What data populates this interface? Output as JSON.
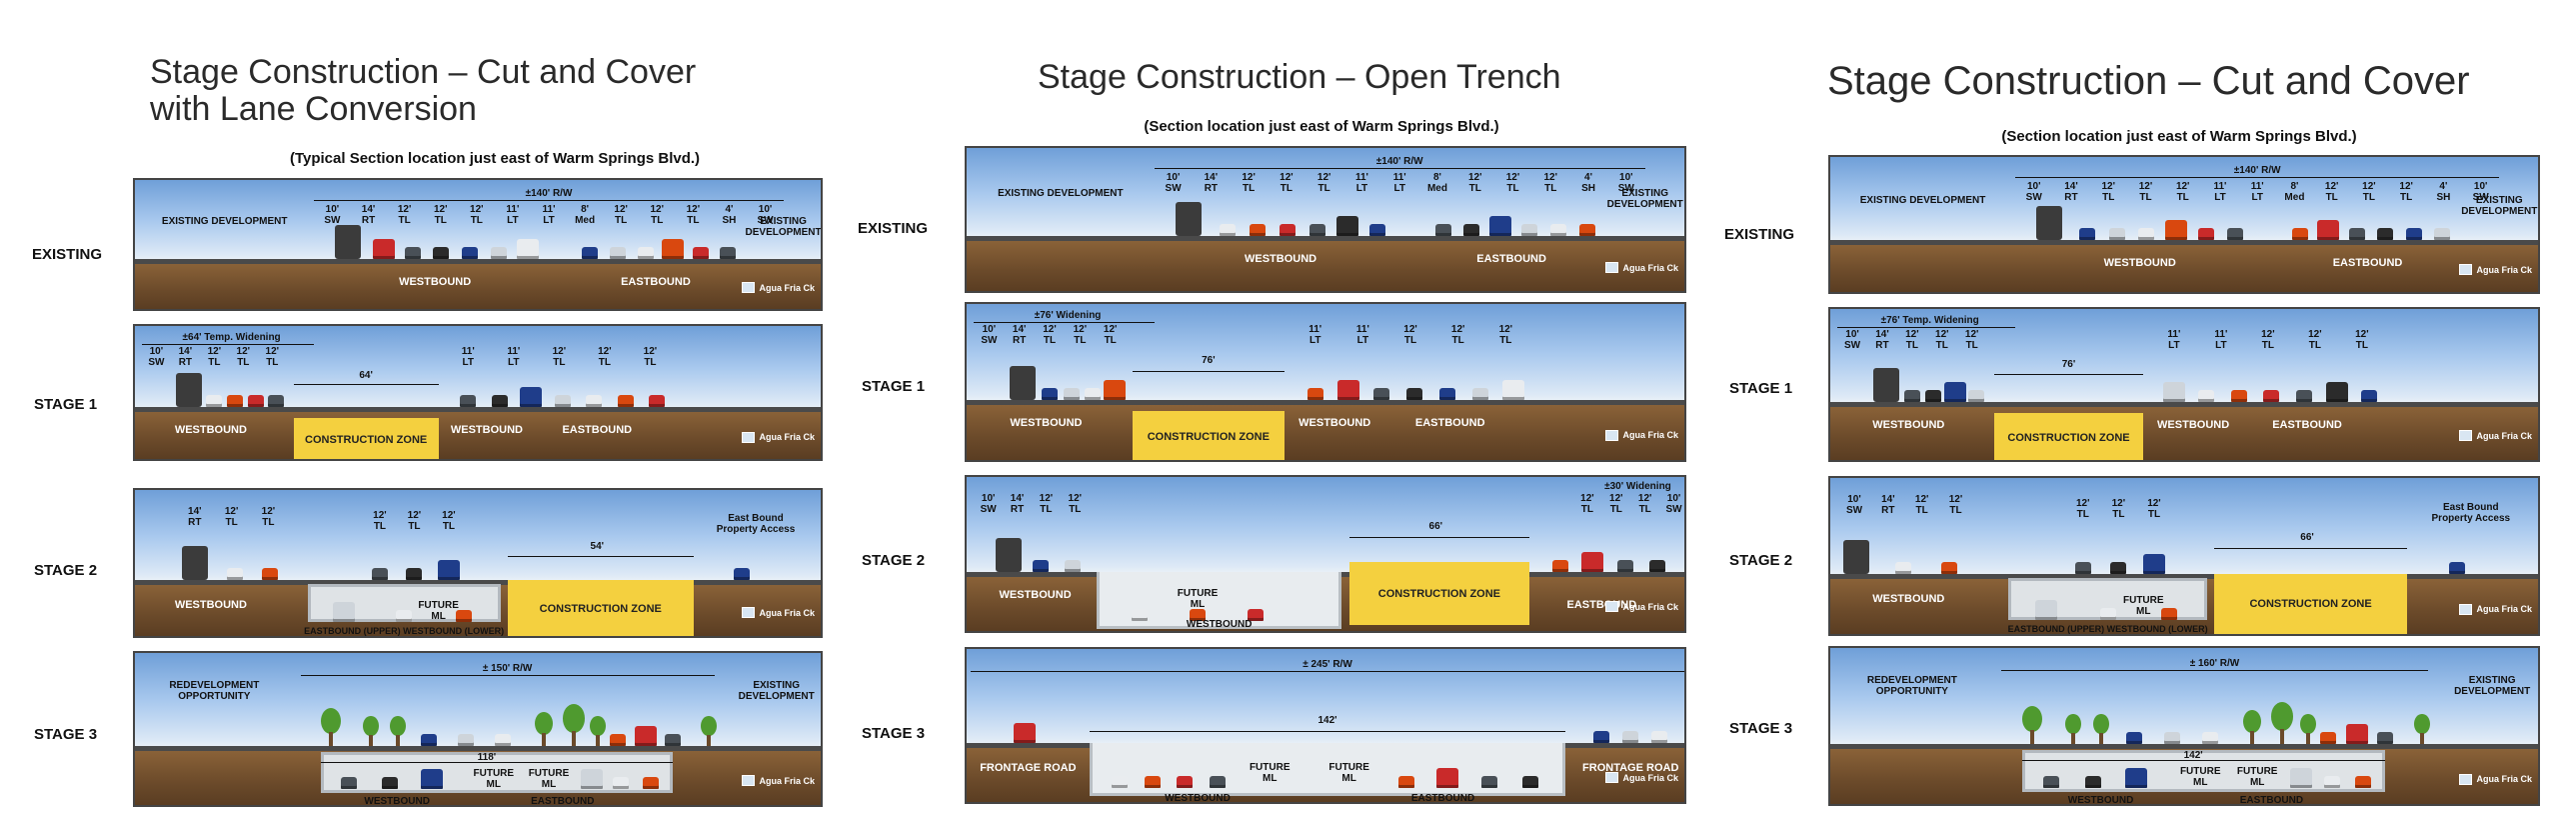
{
  "panels": [
    {
      "title_line1": "Stage Construction – Cut and Cover",
      "title_line2": "with Lane Conversion",
      "subtitle": "(Typical Section location just east of Warm Springs Blvd.)",
      "rows": [
        {
          "label": "EXISTING",
          "rw": "±140' R/W",
          "left_dev": "EXISTING DEVELOPMENT",
          "right_dev": "EXISTING DEVELOPMENT",
          "lanes": [
            [
              "10'",
              "SW"
            ],
            [
              "14'",
              "RT"
            ],
            [
              "12'",
              "TL"
            ],
            [
              "12'",
              "TL"
            ],
            [
              "12'",
              "TL"
            ],
            [
              "11'",
              "LT"
            ],
            [
              "11'",
              "LT"
            ],
            [
              "8'",
              "Med"
            ],
            [
              "12'",
              "TL"
            ],
            [
              "12'",
              "TL"
            ],
            [
              "12'",
              "TL"
            ],
            [
              "4'",
              "SH"
            ],
            [
              "10'",
              "SW"
            ]
          ],
          "wb": "WESTBOUND",
          "eb": "EASTBOUND",
          "legend": "Agua Fria Ck"
        },
        {
          "label": "STAGE 1",
          "widening": "±64' Temp. Widening",
          "lanes_left": [
            [
              "10'",
              "SW"
            ],
            [
              "14'",
              "RT"
            ],
            [
              "12'",
              "TL"
            ],
            [
              "12'",
              "TL"
            ],
            [
              "12'",
              "TL"
            ]
          ],
          "lanes_right": [
            [
              "11'",
              "LT"
            ],
            [
              "11'",
              "LT"
            ],
            [
              "12'",
              "TL"
            ],
            [
              "12'",
              "TL"
            ],
            [
              "12'",
              "TL"
            ]
          ],
          "zone_width": "64'",
          "zone": "CONSTRUCTION ZONE",
          "wb": "WESTBOUND",
          "wb2": "WESTBOUND",
          "eb": "EASTBOUND",
          "legend": "Agua Fria Ck"
        },
        {
          "label": "STAGE 2",
          "lanes_left": [
            [
              "14'",
              "RT"
            ],
            [
              "12'",
              "TL"
            ],
            [
              "12'",
              "TL"
            ]
          ],
          "lanes_mid": [
            [
              "12'",
              "TL"
            ],
            [
              "12'",
              "TL"
            ],
            [
              "12'",
              "TL"
            ]
          ],
          "zone_width": "54'",
          "zone": "CONSTRUCTION ZONE",
          "east_access": "East Bound Property Access",
          "future": "FUTURE ML",
          "wb": "WESTBOUND",
          "box": "EASTBOUND (UPPER) WESTBOUND (LOWER)",
          "legend": "Agua Fria Ck"
        },
        {
          "label": "STAGE 3",
          "rw": "± 150' R/W",
          "left_dev": "REDEVELOPMENT OPPORTUNITY",
          "right_dev": "EXISTING DEVELOPMENT",
          "tunnel_width": "118'",
          "future1": "FUTURE ML",
          "future2": "FUTURE ML",
          "wb": "WESTBOUND",
          "eb": "EASTBOUND",
          "legend": "Agua Fria Ck"
        }
      ]
    },
    {
      "title_line1": "Stage Construction – Open Trench",
      "subtitle": "(Section location just east of Warm Springs Blvd.)",
      "rows": [
        {
          "label": "EXISTING",
          "rw": "±140' R/W",
          "left_dev": "EXISTING DEVELOPMENT",
          "right_dev": "EXISTING DEVELOPMENT",
          "lanes": [
            [
              "10'",
              "SW"
            ],
            [
              "14'",
              "RT"
            ],
            [
              "12'",
              "TL"
            ],
            [
              "12'",
              "TL"
            ],
            [
              "12'",
              "TL"
            ],
            [
              "11'",
              "LT"
            ],
            [
              "11'",
              "LT"
            ],
            [
              "8'",
              "Med"
            ],
            [
              "12'",
              "TL"
            ],
            [
              "12'",
              "TL"
            ],
            [
              "12'",
              "TL"
            ],
            [
              "4'",
              "SH"
            ],
            [
              "10'",
              "SW"
            ]
          ],
          "wb": "WESTBOUND",
          "eb": "EASTBOUND",
          "legend": "Agua Fria Ck"
        },
        {
          "label": "STAGE 1",
          "widening": "±76' Widening",
          "lanes_left": [
            [
              "10'",
              "SW"
            ],
            [
              "14'",
              "RT"
            ],
            [
              "12'",
              "TL"
            ],
            [
              "12'",
              "TL"
            ],
            [
              "12'",
              "TL"
            ]
          ],
          "lanes_right": [
            [
              "11'",
              "LT"
            ],
            [
              "11'",
              "LT"
            ],
            [
              "12'",
              "TL"
            ],
            [
              "12'",
              "TL"
            ],
            [
              "12'",
              "TL"
            ]
          ],
          "zone_width": "76'",
          "zone": "CONSTRUCTION ZONE",
          "wb": "WESTBOUND",
          "wb2": "WESTBOUND",
          "eb": "EASTBOUND",
          "legend": "Agua Fria Ck"
        },
        {
          "label": "STAGE 2",
          "widening": "±30' Widening",
          "lanes_left": [
            [
              "10'",
              "SW"
            ],
            [
              "14'",
              "RT"
            ],
            [
              "12'",
              "TL"
            ],
            [
              "12'",
              "TL"
            ]
          ],
          "lanes_right": [
            [
              "12'",
              "TL"
            ],
            [
              "12'",
              "TL"
            ],
            [
              "12'",
              "TL"
            ],
            [
              "10'",
              "SW"
            ]
          ],
          "zone_width": "66'",
          "zone": "CONSTRUCTION ZONE",
          "future": "FUTURE ML",
          "wb": "WESTBOUND",
          "wb2": "WESTBOUND",
          "eb": "EASTBOUND",
          "legend": "Agua Fria Ck"
        },
        {
          "label": "STAGE 3",
          "rw": "± 245' R/W",
          "trench_width": "142'",
          "left_road": "FRONTAGE ROAD",
          "right_road": "FRONTAGE ROAD",
          "future1": "FUTURE ML",
          "future2": "FUTURE ML",
          "wb": "WESTBOUND",
          "eb": "EASTBOUND",
          "legend": "Agua Fria Ck"
        }
      ]
    },
    {
      "title_line1": "Stage Construction – Cut and Cover",
      "subtitle": "(Section location just east of Warm Springs Blvd.)",
      "rows": [
        {
          "label": "EXISTING",
          "rw": "±140' R/W",
          "left_dev": "EXISTING DEVELOPMENT",
          "right_dev": "EXISTING DEVELOPMENT",
          "lanes": [
            [
              "10'",
              "SW"
            ],
            [
              "14'",
              "RT"
            ],
            [
              "12'",
              "TL"
            ],
            [
              "12'",
              "TL"
            ],
            [
              "12'",
              "TL"
            ],
            [
              "11'",
              "LT"
            ],
            [
              "11'",
              "LT"
            ],
            [
              "8'",
              "Med"
            ],
            [
              "12'",
              "TL"
            ],
            [
              "12'",
              "TL"
            ],
            [
              "12'",
              "TL"
            ],
            [
              "4'",
              "SH"
            ],
            [
              "10'",
              "SW"
            ]
          ],
          "wb": "WESTBOUND",
          "eb": "EASTBOUND",
          "legend": "Agua Fria Ck"
        },
        {
          "label": "STAGE 1",
          "widening": "±76' Temp. Widening",
          "lanes_left": [
            [
              "10'",
              "SW"
            ],
            [
              "14'",
              "RT"
            ],
            [
              "12'",
              "TL"
            ],
            [
              "12'",
              "TL"
            ],
            [
              "12'",
              "TL"
            ]
          ],
          "lanes_right": [
            [
              "11'",
              "LT"
            ],
            [
              "11'",
              "LT"
            ],
            [
              "12'",
              "TL"
            ],
            [
              "12'",
              "TL"
            ],
            [
              "12'",
              "TL"
            ]
          ],
          "zone_width": "76'",
          "zone": "CONSTRUCTION ZONE",
          "wb": "WESTBOUND",
          "wb2": "WESTBOUND",
          "eb": "EASTBOUND",
          "legend": "Agua Fria Ck"
        },
        {
          "label": "STAGE 2",
          "lanes_left": [
            [
              "10'",
              "SW"
            ],
            [
              "14'",
              "RT"
            ],
            [
              "12'",
              "TL"
            ],
            [
              "12'",
              "TL"
            ]
          ],
          "lanes_mid": [
            [
              "12'",
              "TL"
            ],
            [
              "12'",
              "TL"
            ],
            [
              "12'",
              "TL"
            ]
          ],
          "zone_width": "66'",
          "zone": "CONSTRUCTION ZONE",
          "east_access": "East Bound Property Access",
          "future": "FUTURE ML",
          "wb": "WESTBOUND",
          "box": "EASTBOUND (UPPER) WESTBOUND (LOWER)",
          "legend": "Agua Fria Ck"
        },
        {
          "label": "STAGE 3",
          "rw": "± 160' R/W",
          "left_dev": "REDEVELOPMENT OPPORTUNITY",
          "right_dev": "EXISTING DEVELOPMENT",
          "tunnel_width": "142'",
          "future1": "FUTURE ML",
          "future2": "FUTURE ML",
          "wb": "WESTBOUND",
          "eb": "EASTBOUND",
          "legend": "Agua Fria Ck"
        }
      ]
    }
  ]
}
